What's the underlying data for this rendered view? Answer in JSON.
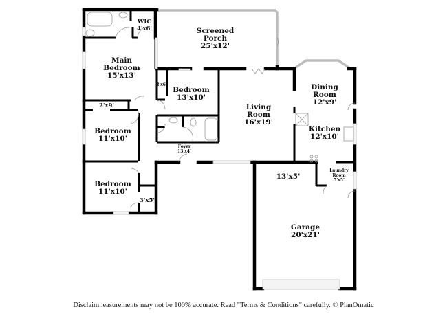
{
  "rooms": {
    "wic": {
      "name": "WIC",
      "size": "4'x6'"
    },
    "screened_porch": {
      "name_line1": "Screened",
      "name_line2": "Porch",
      "size": "25'x12'"
    },
    "main_bedroom": {
      "name_line1": "Main",
      "name_line2": "Bedroom",
      "size": "15'x13'"
    },
    "closet_small": {
      "size": "2'x6'"
    },
    "bedroom_2": {
      "name": "Bedroom",
      "size": "13'x10'"
    },
    "closet_2x9": {
      "size": "2'x9'"
    },
    "bedroom_3": {
      "name": "Bedroom",
      "size": "11'x10'"
    },
    "living_room": {
      "name_line1": "Living",
      "name_line2": "Room",
      "size": "16'x19'"
    },
    "dining_room": {
      "name_line1": "Dining",
      "name_line2": "Room",
      "size": "12'x9'"
    },
    "kitchen": {
      "name": "Kitchen",
      "size": "12'x10'"
    },
    "foyer": {
      "name": "Foyer",
      "size": "13'x4'"
    },
    "bedroom_4": {
      "name": "Bedroom",
      "size": "11'x10'"
    },
    "closet_3x5": {
      "size": "3'x5'"
    },
    "garage_alcove": {
      "size": "13'x5'"
    },
    "laundry_room": {
      "name_line1": "Laundry",
      "name_line2": "Room",
      "size": "5'x5'"
    },
    "garage": {
      "name": "Garage",
      "size": "20'x21'"
    }
  },
  "footer": {
    "disclaimer": "Disclaim        .easurements may not be 100% accurate. Read \"Terms & Conditions\" carefully. © PlanOmatic"
  }
}
